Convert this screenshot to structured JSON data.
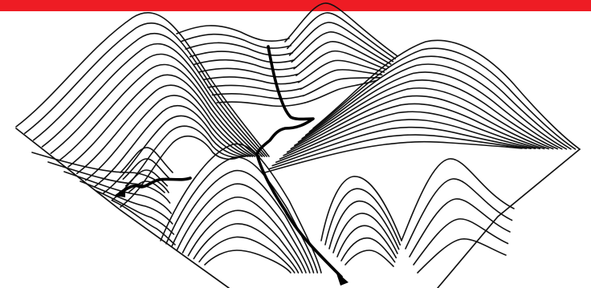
{
  "colors": {
    "accent_bar": "#ee1c24",
    "contour": "#111111",
    "descent_path": "#000000",
    "background": "#ffffff"
  },
  "figure": {
    "type": "loss-landscape-surface-with-descent-paths",
    "peaks": [
      "left-peak",
      "back-left-peak",
      "back-right-peak",
      "right-peak",
      "front-center-peak",
      "front-right-peak",
      "small-left-bump"
    ],
    "paths": [
      "main-descent-path",
      "left-descent-path"
    ]
  }
}
